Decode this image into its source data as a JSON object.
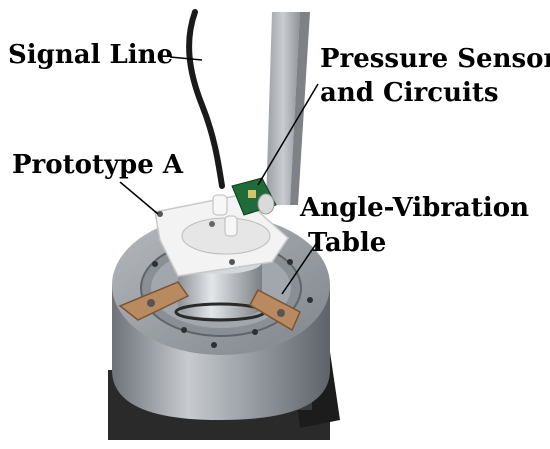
{
  "labels": {
    "signal_line": "Signal Line",
    "pressure_sensor_line1": "Pressure Sensor",
    "pressure_sensor_line2": "and Circuits",
    "prototype": "Prototype A",
    "angle_vibration_line1": "Angle-Vibration",
    "angle_vibration_line2": "Table"
  },
  "colors": {
    "background": "#ffffff",
    "label_text": "#000000",
    "annotation_line": "#000000",
    "table_body": "#9a9ea4",
    "plate": "#f3f3f3",
    "circuit_board": "#1f6b3a",
    "bracket": "#b98a60",
    "signal_cable": "#1a1a1a",
    "base": "#2a2a2a"
  }
}
